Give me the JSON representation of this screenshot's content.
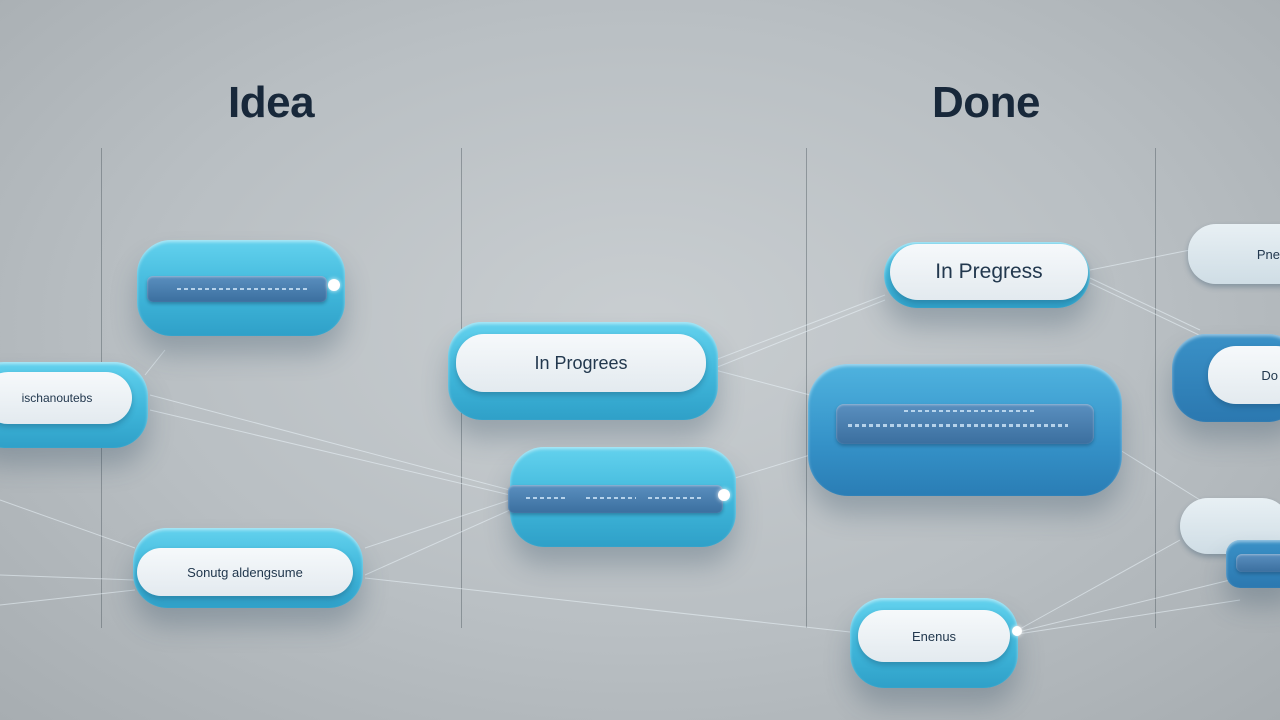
{
  "headings": {
    "idea": "Idea",
    "done": "Done"
  },
  "nodes": {
    "left_edge": "ischanoutebs",
    "sorting": "Sonutg aldengsume",
    "in_progress_center": "In Progrees",
    "in_progress_right": "In Pregress",
    "bottom_right": "Enenus",
    "far_right_top": "Pne",
    "far_right_mid": "Do"
  },
  "colors": {
    "pill_accent": "#3fb6da",
    "pill_dark": "#2a7db5",
    "heading": "#18283a",
    "background": "#bcc2c6"
  }
}
